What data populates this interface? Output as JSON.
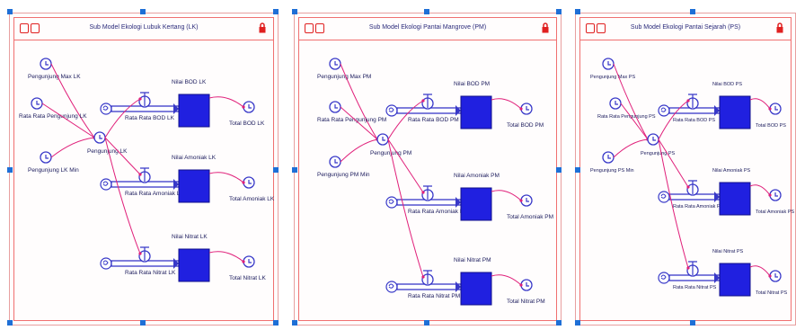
{
  "panels": [
    {
      "title": "Sub Model Ekologi Lubuk Kertang (LK)",
      "labels": {
        "visitor_max": "Pengunjung Max LK",
        "visitor_avg": "Rata Rata Pengunjung LK",
        "visitor_min": "Pengunjung LK Min",
        "visitor": "Pengunjung LK",
        "stock_bod": "Nilai BOD LK",
        "rate_bod": "Rata Rata BOD LK",
        "total_bod": "Total BOD LK",
        "stock_amonia": "Nilai Amoniak LK",
        "rate_amonia": "Rata Rata Amoniak LK",
        "total_amonia": "Total Amoniak LK",
        "stock_nitrat": "Nilai Nitrat LK",
        "rate_nitrat": "Rata Rata Nitrat LK",
        "total_nitrat": "Total Nitrat LK"
      }
    },
    {
      "title": "Sub Model Ekologi Pantai Mangrove (PM)",
      "labels": {
        "visitor_max": "Pengunjung Max PM",
        "visitor_avg": "Rata Rata Pengunjung PM",
        "visitor_min": "Pengunjung PM Min",
        "visitor": "Pengunjung PM",
        "stock_bod": "Nilai BOD PM",
        "rate_bod": "Rata Rata BOD PM",
        "total_bod": "Total BOD PM",
        "stock_amonia": "Nilai Amoniak PM",
        "rate_amonia": "Rata Rata Amoniak PM",
        "total_amonia": "Total Amoniak PM",
        "stock_nitrat": "Nilai Nitrat PM",
        "rate_nitrat": "Rata Rata Nitrat PM",
        "total_nitrat": "Total Nitrat PM"
      }
    },
    {
      "title": "Sub Model Ekologi Pantai Sejarah (PS)",
      "labels": {
        "visitor_max": "Pengunjung Max PS",
        "visitor_avg": "Rata Rata Pengunjung PS",
        "visitor_min": "Pengunjung PS Min",
        "visitor": "Pengunjung PS",
        "stock_bod": "Nilai BOD PS",
        "rate_bod": "Rata Rata BOD PS",
        "total_bod": "Total BOD PS",
        "stock_amonia": "Nilai Amoniak PS",
        "rate_amonia": "Rata Rata Amoniak PS",
        "total_amonia": "Total Amoniak PS",
        "stock_nitrat": "Nilai Nitrat PS",
        "rate_nitrat": "Rata Rata Nitrat PS",
        "total_nitrat": "Total Nitrat PS"
      }
    }
  ],
  "colors": {
    "stock": "#2020e0",
    "link": "#e0207a",
    "flow": "#3838c8",
    "frame": "#f07070",
    "selection": "#1e6fd6"
  }
}
